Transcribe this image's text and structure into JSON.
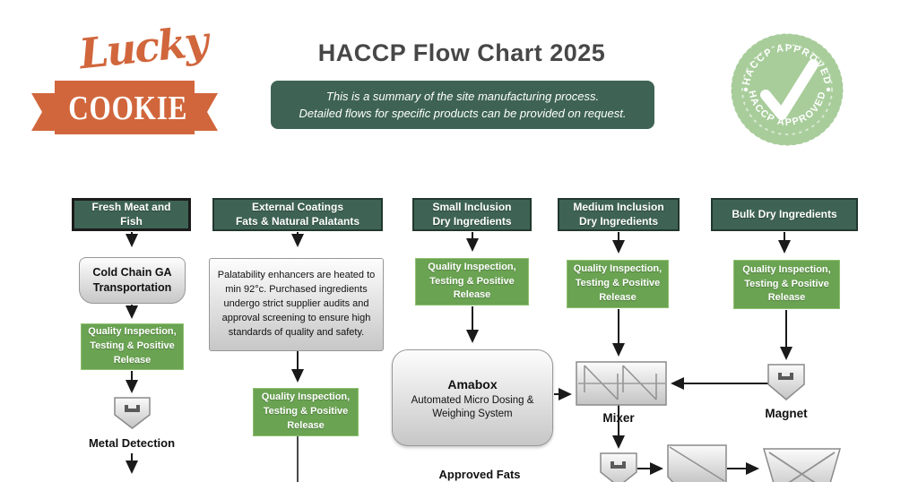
{
  "logo": {
    "script_text": "Lucky",
    "banner_text": "COOKIE"
  },
  "header": {
    "title": "HACCP Flow Chart 2025",
    "subtitle_line1": "This is a summary of the site manufacturing process.",
    "subtitle_line2": "Detailed flows for specific products can be provided on request."
  },
  "badge": {
    "arc_top": "HACCP APPROVED",
    "arc_bottom": "HACCP APPROVED"
  },
  "flow": {
    "headers": [
      {
        "line1": "Fresh Meat and",
        "line2": "Fish"
      },
      {
        "line1": "External Coatings",
        "line2": "Fats & Natural Palatants"
      },
      {
        "line1": "Small Inclusion",
        "line2": "Dry Ingredients"
      },
      {
        "line1": "Medium Inclusion",
        "line2": "Dry Ingredients"
      },
      {
        "line1": "Bulk Dry Ingredients",
        "line2": ""
      }
    ],
    "quality_inspection": "Quality Inspection, Testing & Positive Release",
    "cold_chain": "Cold Chain GA Transportation",
    "metal_detection_label": "Metal Detection",
    "palatability_note": "Palatability enhancers are heated to min 92°c. Purchased ingredients undergo strict supplier audits and approval screening to ensure high standards of quality and safety.",
    "amabox": {
      "title": "Amabox",
      "subtitle1": "Automated Micro Dosing &",
      "subtitle2": "Weighing System"
    },
    "approved_fats_label": "Approved Fats",
    "mixer_label": "Mixer",
    "magnet_label": "Magnet"
  },
  "colors": {
    "header_green": "#3e6355",
    "qi_green": "#6aa352",
    "accent_orange": "#d1663c",
    "badge_green": "#a8cd9b"
  }
}
